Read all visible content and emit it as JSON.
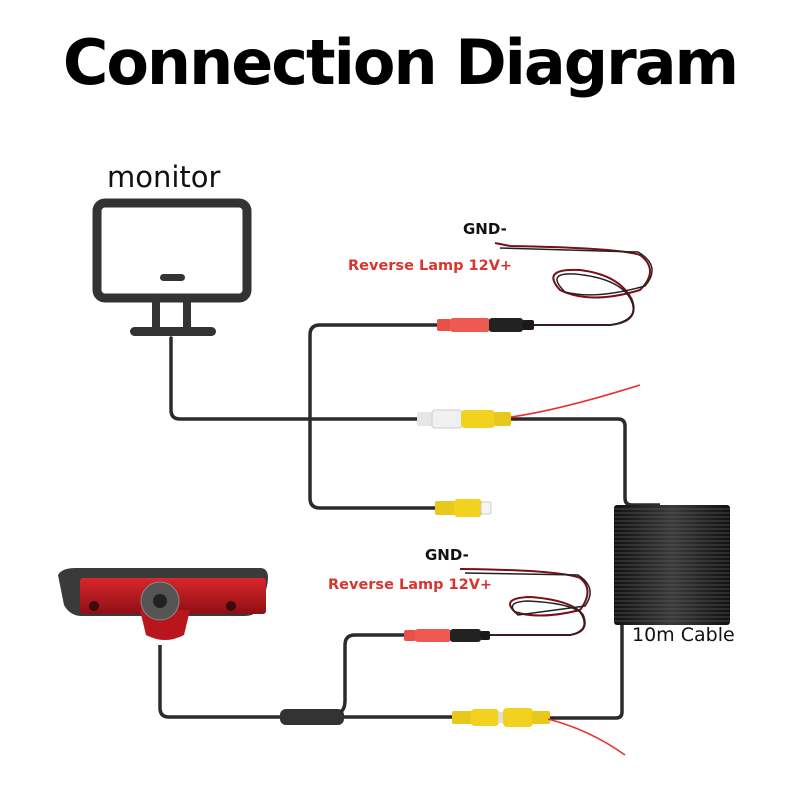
{
  "title": "Connection Diagram",
  "labels": {
    "monitor": "monitor",
    "top_gnd": "GND-",
    "top_reverse": "Reverse Lamp 12V+",
    "bottom_gnd": "GND-",
    "bottom_reverse": "Reverse Lamp 12V+",
    "cable": "10m Cable"
  },
  "components": {
    "monitor": "monitor-icon",
    "camera": "brake-light-camera",
    "cable_coil": "cable-coil"
  },
  "colors": {
    "wire": "#2b2b2b",
    "red_plug": "#e8504a",
    "yellow_plug": "#f0d020",
    "white_plug": "#eeeeee",
    "reverse_text": "#d9352e",
    "camera_red": "#b8161c"
  }
}
